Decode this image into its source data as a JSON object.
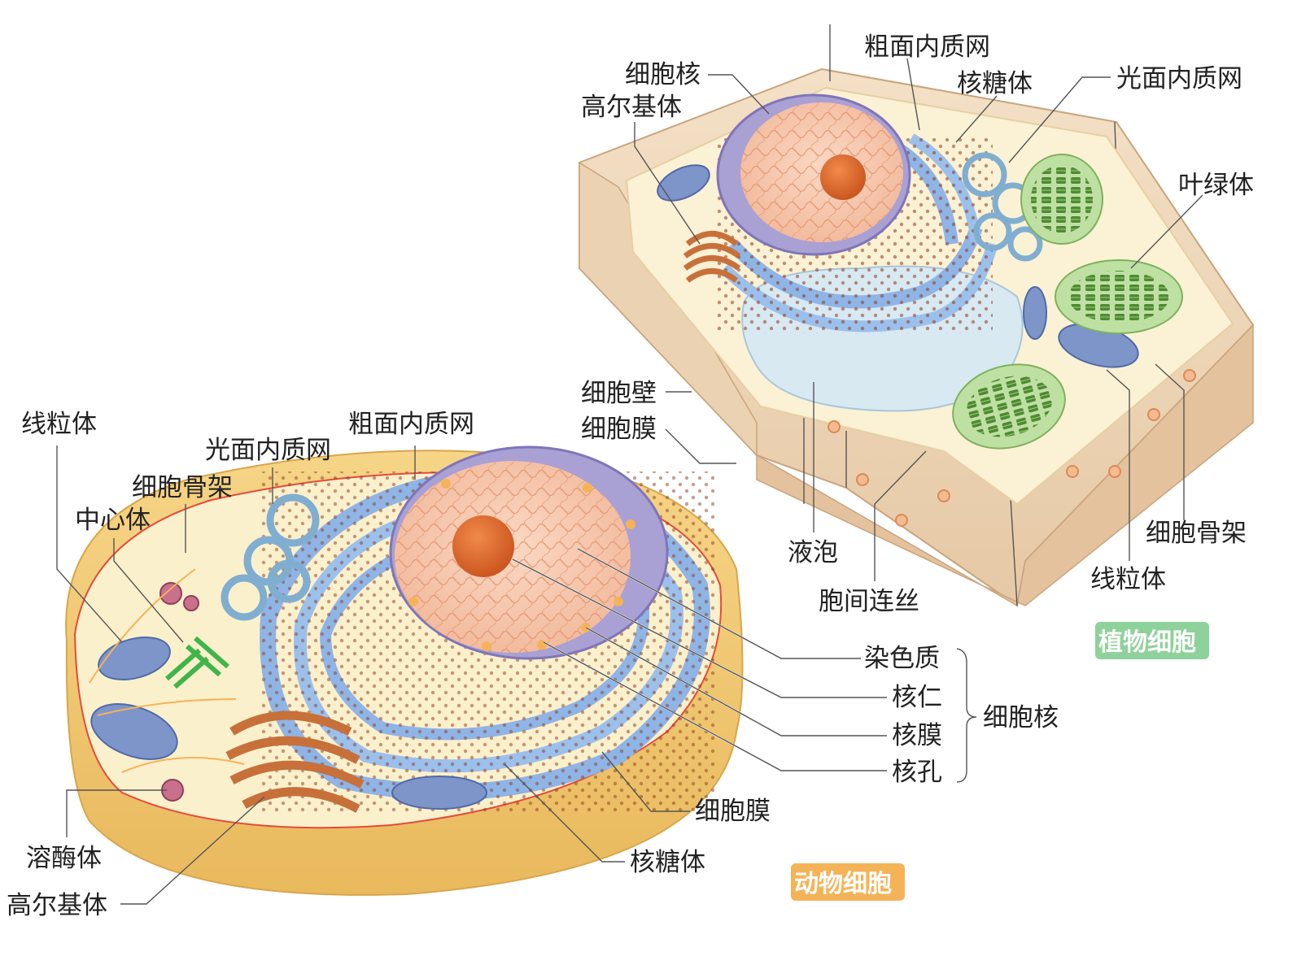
{
  "plant_cell": {
    "title": "植物细胞",
    "labels": {
      "nucleus": "细胞核",
      "golgi": "高尔基体",
      "rough_er": "粗面内质网",
      "ribosome": "核糖体",
      "smooth_er": "光面内质网",
      "chloroplast": "叶绿体",
      "cell_wall": "细胞壁",
      "cell_membrane": "细胞膜",
      "vacuole": "液泡",
      "plasmodesmata": "胞间连丝",
      "cytoskeleton": "细胞骨架",
      "mitochondrion": "线粒体"
    }
  },
  "animal_cell": {
    "title": "动物细胞",
    "labels": {
      "mitochondrion": "线粒体",
      "smooth_er": "光面内质网",
      "rough_er": "粗面内质网",
      "cytoskeleton": "细胞骨架",
      "centrosome": "中心体",
      "cell_membrane": "细胞膜",
      "ribosome": "核糖体",
      "lysosome": "溶酶体",
      "golgi": "高尔基体"
    }
  },
  "nucleus_group": {
    "label": "细胞核",
    "parts": {
      "chromatin": "染色质",
      "nucleolus": "核仁",
      "nuclear_envelope": "核膜",
      "nuclear_pore": "核孔"
    }
  },
  "colors": {
    "plant_tag": "#8fd19a",
    "animal_tag": "#f5b357",
    "er_blue": "#8fb4e6",
    "cytoplasm": "#fbf0cc",
    "nucleolus": "#e06a2a",
    "chloroplast": "#8cc66a",
    "golgi": "#c8703a"
  }
}
